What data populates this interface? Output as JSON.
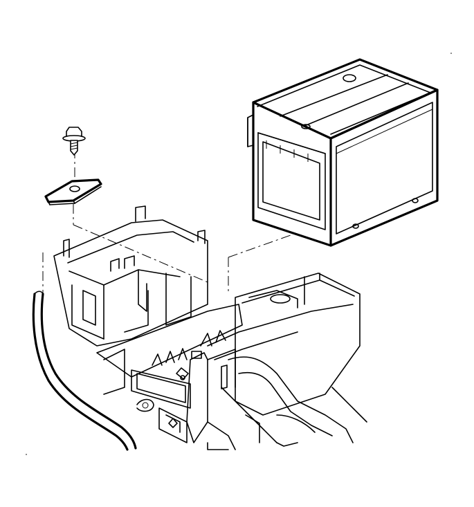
{
  "diagram": {
    "colors": {
      "line": "#000000",
      "background": "#ffffff"
    },
    "components": [
      "bolt",
      "hold-down-retainer",
      "battery",
      "battery-tray",
      "drain-hose"
    ]
  }
}
